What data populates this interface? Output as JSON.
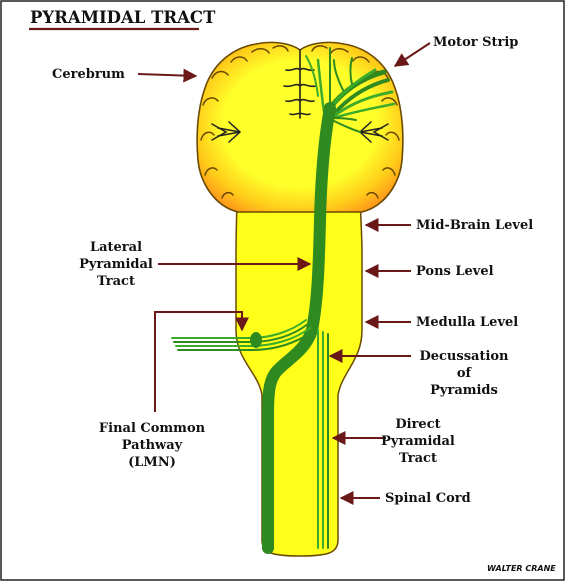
{
  "title": "PYRAMIDAL TRACT",
  "labels": {
    "motor_strip": "Motor Strip",
    "cerebrum": "Cerebrum",
    "mid_brain": "Mid-Brain Level",
    "lateral_line1": "Lateral",
    "lateral_line2": "Pyramidal",
    "lateral_line3": "Tract",
    "pons": "Pons Level",
    "medulla": "Medulla Level",
    "decussation_line1": "Decussation",
    "decussation_line2": "of",
    "decussation_line3": "Pyramids",
    "final_line1": "Final Common",
    "final_line2": "Pathway",
    "final_line3": "(LMN)",
    "direct_line1": "Direct",
    "direct_line2": "Pyramidal",
    "direct_line3": "Tract",
    "spinal_cord": "Spinal Cord"
  },
  "signature": "WALTER CRANE",
  "colors": {
    "brain_core": "#ffff2a",
    "brain_edge": "#ff9a1a",
    "cord": "#ffff1a",
    "outline": "#6a4a00",
    "tract_green": "#2f8a1f",
    "tract_green_light": "#3cab2a",
    "arrow": "#6b1818"
  }
}
